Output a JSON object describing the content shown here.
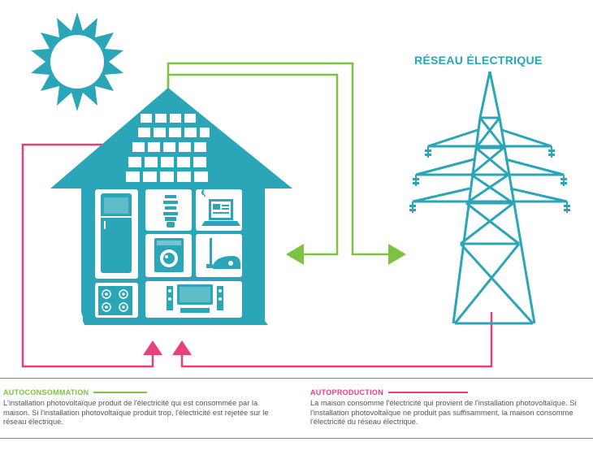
{
  "network_title": "RÉSEAU ÉLECTRIQUE",
  "legend": {
    "self_consumption": {
      "title": "AUTOCONSOMMATION",
      "text": "L'installation photovoltaïque produit de l'électricité qui est consommée par la maison. Si l'installation photovoltaïque produit trop, l'électricité est rejetée sur le réseau électrique."
    },
    "self_production": {
      "title": "AUTOPRODUCTION",
      "text": "La maison consomme l'électricité qui provient de l'installation photovoltaïque. Si l'installation photovoltaïque ne produit pas suffisamment, la maison consomme l'électricité du réseau électrique."
    }
  },
  "colors": {
    "teal": "#2aa6b8",
    "green": "#7dc242",
    "pink": "#e8407a"
  }
}
